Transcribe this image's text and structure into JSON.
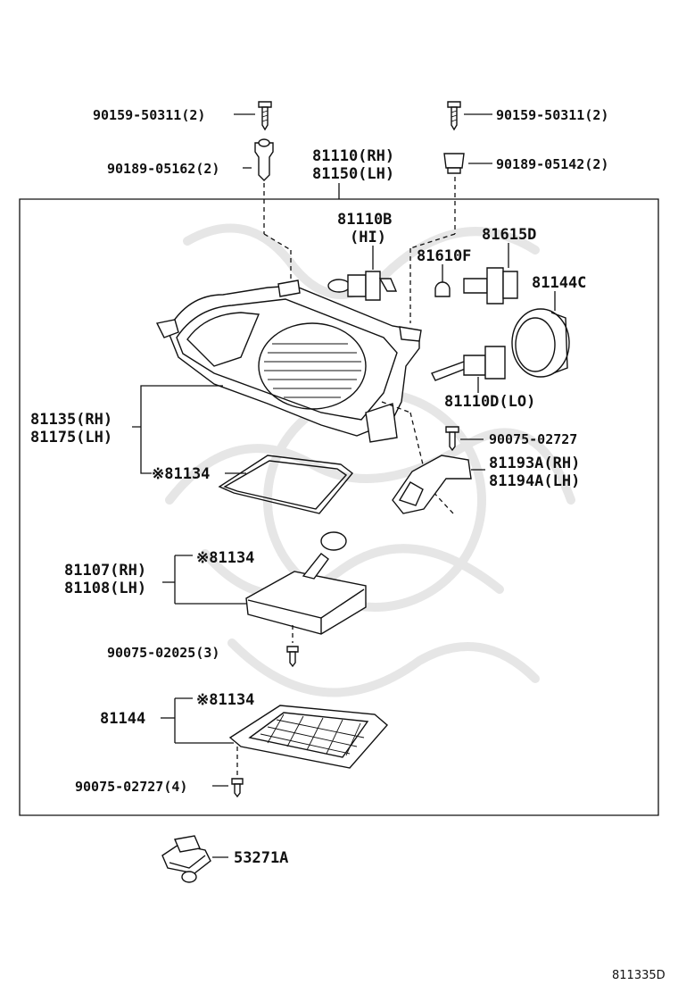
{
  "labels": {
    "bolt_left": "90159-50311(2)",
    "bolt_right": "90159-50311(2)",
    "clip_left": "90189-05162(2)",
    "clip_right": "90189-05142(2)",
    "assy_rh": "81110(RH)",
    "assy_lh": "81150(LH)",
    "bulb_hi_num": "81110B",
    "bulb_hi_tag": "(HI)",
    "bulb_81615d": "81615D",
    "bulb_81610f": "81610F",
    "ring_81144c": "81144C",
    "bulb_lo": "81110D(LO)",
    "housing_rh": "81135(RH)",
    "housing_lh": "81175(LH)",
    "screw_02727": "90075-02727",
    "bracket_rh": "81193A(RH)",
    "bracket_lh": "81194A(LH)",
    "gasket_1": "※81134",
    "gasket_2": "※81134",
    "gasket_3": "※81134",
    "ballast_rh": "81107(RH)",
    "ballast_lh": "81108(LH)",
    "screw_02025": "90075-02025(3)",
    "cover_81144": "81144",
    "screw_02727_4": "90075-02727(4)",
    "clip_53271a": "53271A",
    "diagram_code": "811335D"
  }
}
